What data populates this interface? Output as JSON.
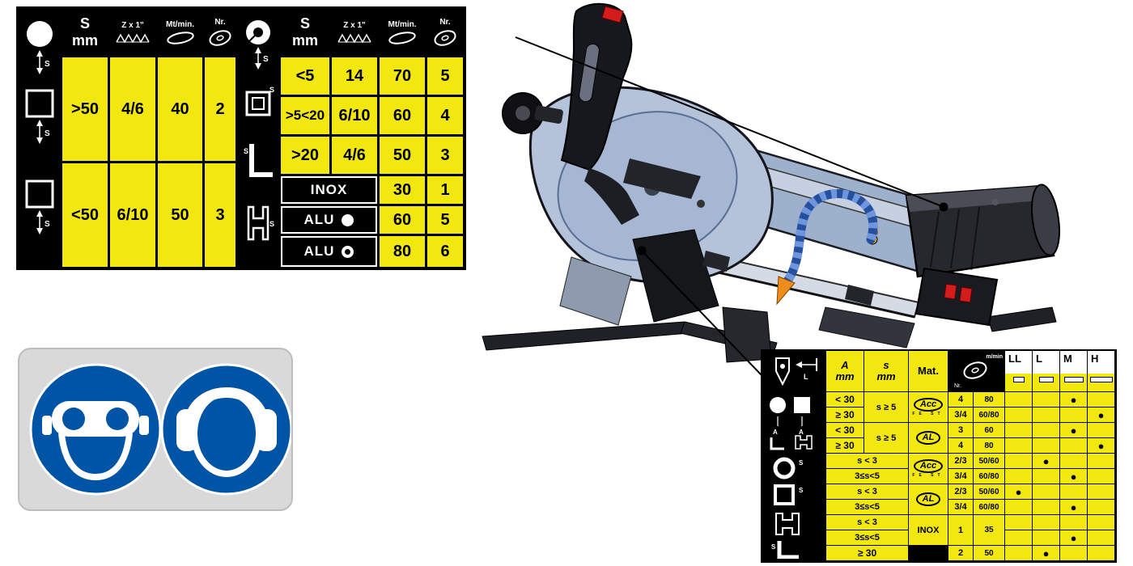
{
  "colors": {
    "table_yellow": "#f2e70e",
    "table_black": "#000000",
    "safety_blue": "#0054a6",
    "sign_panel_grey": "#d9d9d9",
    "machine_body_blue": "#b4c3da",
    "switch_red": "#d31c1c"
  },
  "icons": {
    "dim_s": "S",
    "dim_a": "A",
    "dim_l": "L"
  },
  "table_top": {
    "header": {
      "s1": "S",
      "s2": "mm",
      "z": "Z x 1\"",
      "mt": "Mt/min.",
      "nr": "Nr."
    },
    "left_rows": [
      {
        "s": ">50",
        "z": "4/6",
        "mt": "40",
        "nr": "2"
      },
      {
        "s": "<50",
        "z": "6/10",
        "mt": "50",
        "nr": "3"
      }
    ],
    "right_rows": [
      {
        "s": "<5",
        "z": "14",
        "mt": "70",
        "nr": "5"
      },
      {
        "s": ">5<20",
        "z": "6/10",
        "mt": "60",
        "nr": "4"
      },
      {
        "s": ">20",
        "z": "4/6",
        "mt": "50",
        "nr": "3"
      }
    ],
    "inox": {
      "label": "INOX",
      "mt": "30",
      "nr": "1"
    },
    "alu1": {
      "label": "ALU",
      "shape": "solid-circle",
      "mt": "60",
      "nr": "5"
    },
    "alu2": {
      "label": "ALU",
      "shape": "hollow-circle",
      "mt": "80",
      "nr": "6"
    }
  },
  "table_bottom": {
    "header": {
      "a1": "A",
      "a2": "mm",
      "s1": "s",
      "s2": "mm",
      "mat": "Mat.",
      "speed": "m/min",
      "nr": "Nr.",
      "sizes": [
        "LL",
        "L",
        "M",
        "H"
      ]
    },
    "rows": [
      {
        "a": "< 30",
        "s": "s ≥ 5",
        "mat": "Acc",
        "mat_sub": "FE ST",
        "teeth": "4",
        "speed": "80",
        "M": "●"
      },
      {
        "a": "≥ 30",
        "teeth": "3/4",
        "speed": "60/80",
        "H": "●"
      },
      {
        "a": "< 30",
        "s": "s ≥ 5",
        "mat": "AL",
        "teeth": "3",
        "speed": "60",
        "M": "●"
      },
      {
        "a": "≥ 30",
        "teeth": "4",
        "speed": "80",
        "H": "●"
      },
      {
        "s": "s < 3",
        "mat": "Acc",
        "mat_sub": "FE ST",
        "teeth": "2/3",
        "speed": "50/60",
        "L": "●"
      },
      {
        "s": "3≤s<5",
        "teeth": "3/4",
        "speed": "60/80",
        "M": "●"
      },
      {
        "s": "s < 3",
        "mat": "AL",
        "teeth": "2/3",
        "speed": "50/60",
        "LL": "●"
      },
      {
        "s": "3≤s<5",
        "teeth": "3/4",
        "speed": "60/80",
        "M": "●"
      },
      {
        "s": "s < 3",
        "mat": "INOX",
        "teeth": "1",
        "speed": "35"
      },
      {
        "s": "3≤s<5",
        "M": "●"
      },
      {
        "a": "≥ 30",
        "teeth": "2",
        "speed": "50",
        "L": "●"
      }
    ]
  }
}
